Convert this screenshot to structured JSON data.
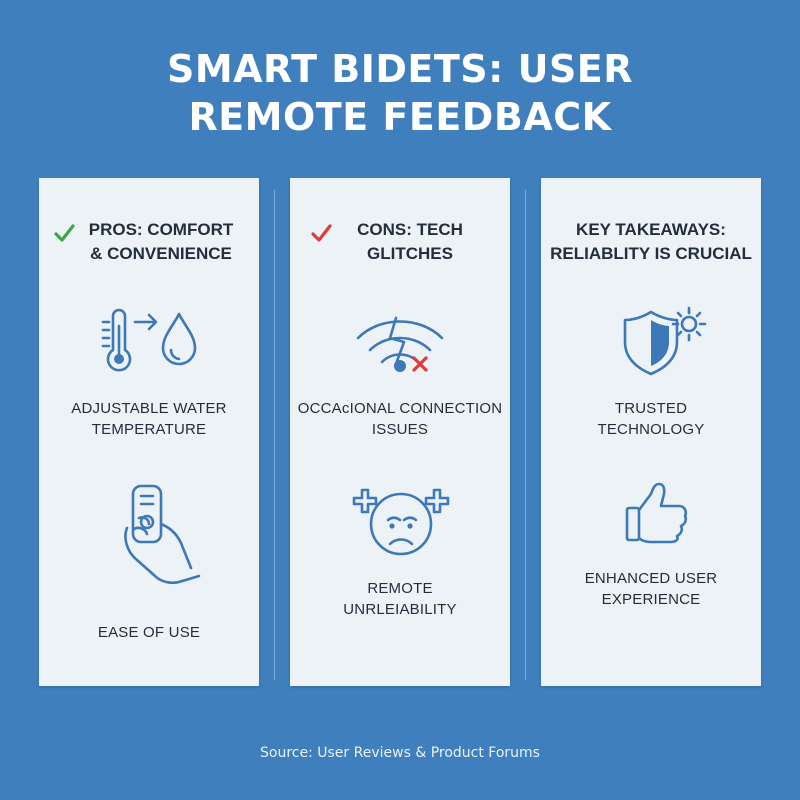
{
  "title": {
    "line1": "SMART BIDETS: USER",
    "line2": "REMOTE FEEDBACK"
  },
  "colors": {
    "background": "#3f7fbd",
    "panel": "#edf2f7",
    "icon_stroke": "#3d78b8",
    "pros_check": "#3aa84a",
    "cons_check": "#e03a3a",
    "error_x": "#e03a3a"
  },
  "panels": {
    "pros": {
      "icon": "green-check-icon",
      "heading_line1": "PROS: COMFORT",
      "heading_line2": "& CONVENIENCE",
      "items": [
        {
          "icon": "thermometer-water-drop-icon",
          "line1": "ADJUSTABLE WATER",
          "line2": "TEMPERATURE"
        },
        {
          "icon": "hand-holding-remote-icon",
          "line1": "EASE OF USE",
          "line2": ""
        }
      ]
    },
    "cons": {
      "icon": "red-check-icon",
      "heading_line1": "CONS: TECH",
      "heading_line2": "GLITCHES",
      "items": [
        {
          "icon": "wifi-error-icon",
          "line1": "OCCAᴄIONAL CONNECTION",
          "line2": "ISSUES"
        },
        {
          "icon": "frustrated-face-icon",
          "line1": "REMOTE",
          "line2": "UNRLEIABILITY"
        }
      ]
    },
    "key": {
      "heading_line1": "KEY TAKEAWAYS:",
      "heading_line2": "RELIABLITY IS CRUCIAL",
      "items": [
        {
          "icon": "shield-gear-icon",
          "line1": "TRUSTED",
          "line2": "TECHNOLOGY"
        },
        {
          "icon": "thumbs-up-icon",
          "line1": "ENHANCED USER",
          "line2": "EXPERIENCE"
        }
      ]
    }
  },
  "source": "Source: User Reviews & Product Forums"
}
